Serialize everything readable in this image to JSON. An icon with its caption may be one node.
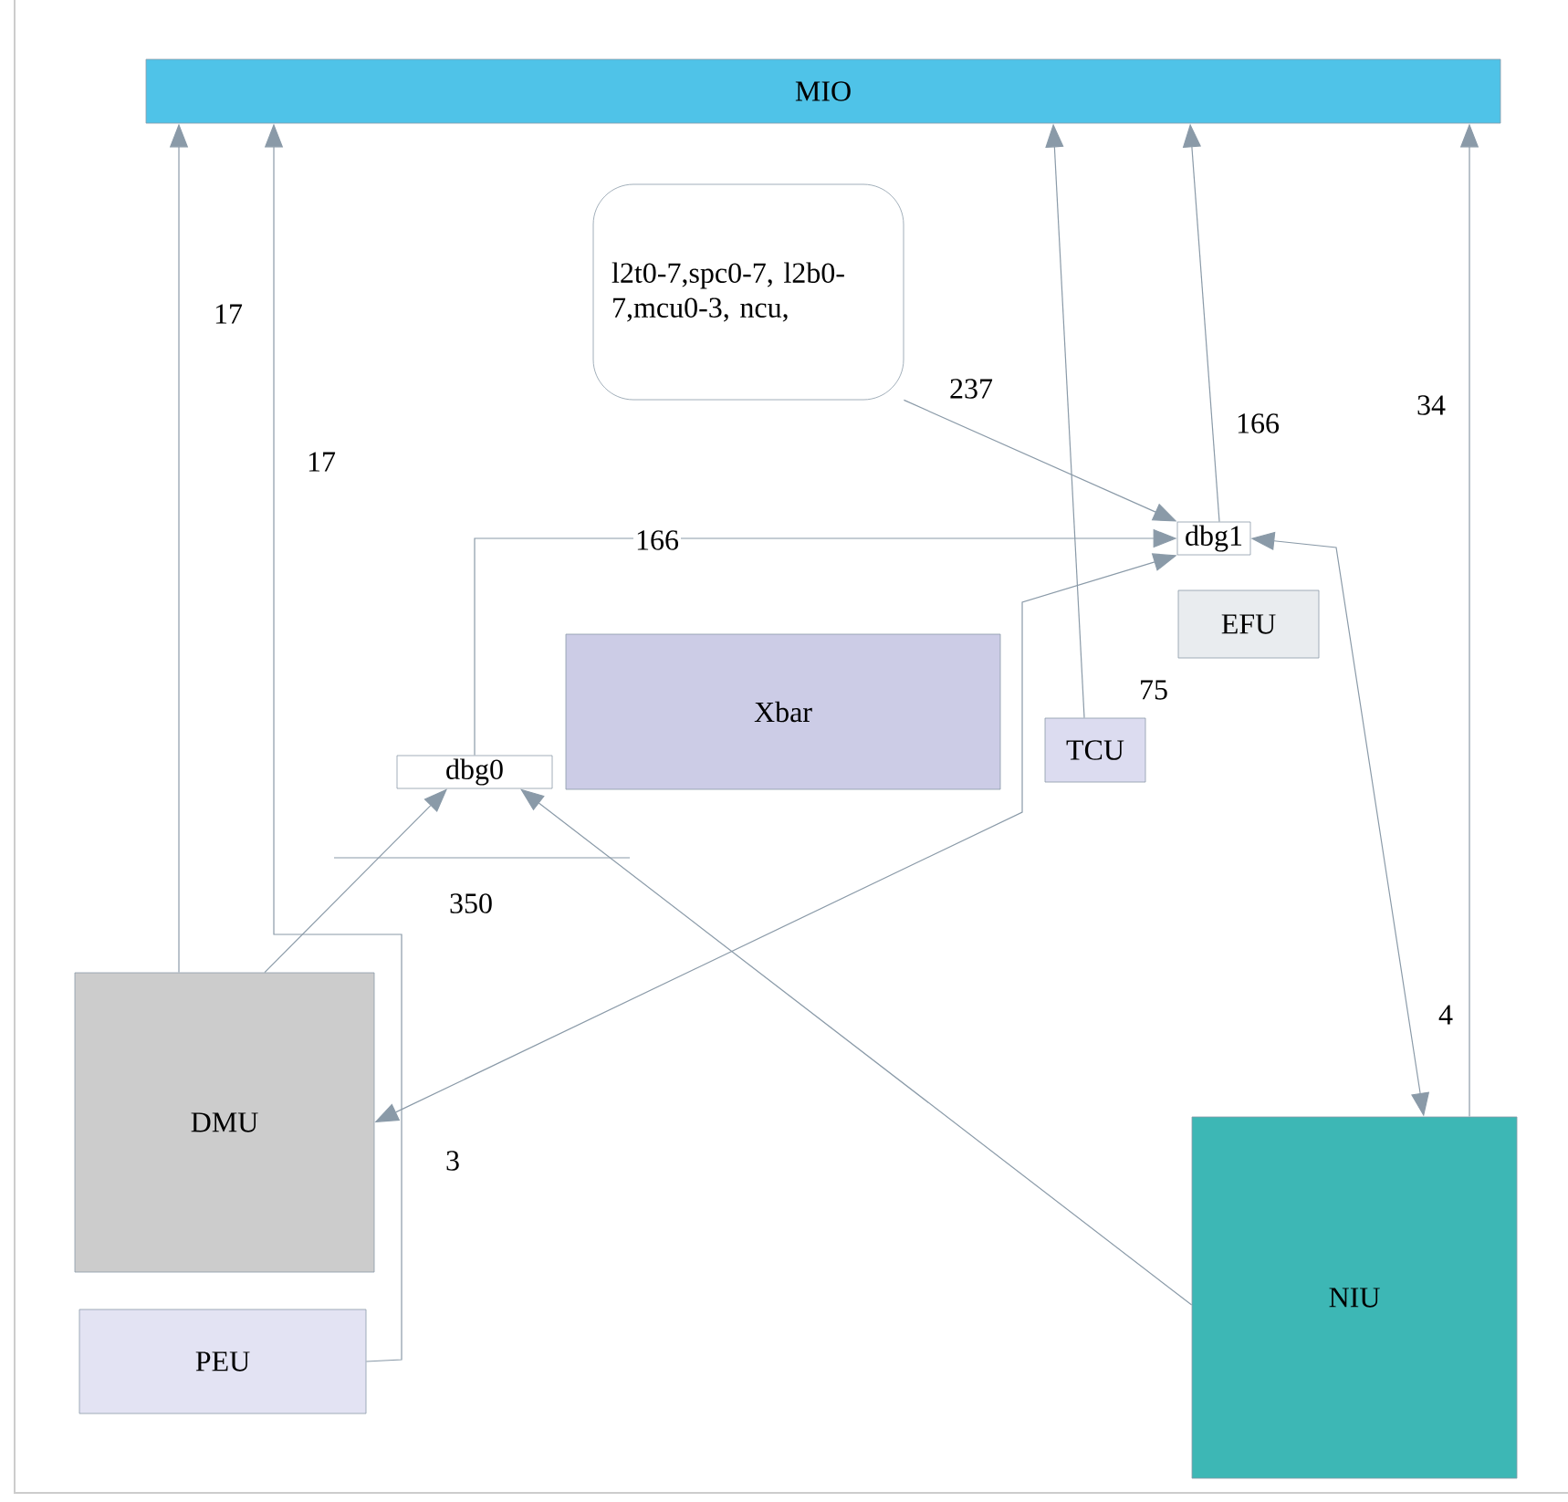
{
  "diagram": {
    "nodes": [
      {
        "text": [
          "MIO"
        ]
      },
      {
        "text": [
          "l2t0-7,spc0-7, l2b0-7,mcu0-3, ncu,"
        ]
      },
      {
        "text": [
          "dbg1"
        ]
      },
      {
        "text": [
          "EFU"
        ]
      },
      {
        "text": [
          "Xbar"
        ]
      },
      {
        "text": [
          "TCU"
        ]
      },
      {
        "text": [
          "dbg0"
        ]
      },
      {
        "text": [
          "DMU"
        ]
      },
      {
        "text": [
          "PEU"
        ]
      },
      {
        "text": [
          "NIU"
        ]
      }
    ],
    "edges": [
      {
        "from": 7,
        "to": 0,
        "arrow": "to",
        "label": "17"
      },
      {
        "from": 8,
        "to": 0,
        "arrow": "to",
        "label": "17"
      },
      {
        "from": 5,
        "to": 0,
        "arrow": "to",
        "label": "75"
      },
      {
        "from": 2,
        "to": 0,
        "arrow": "to",
        "label": "166"
      },
      {
        "from": 9,
        "to": 0,
        "arrow": "to",
        "label": "34"
      },
      {
        "from": 1,
        "to": 2,
        "arrow": "to",
        "label": "237"
      },
      {
        "from": 6,
        "to": 2,
        "arrow": "to",
        "label": "166"
      },
      {
        "from": 7,
        "to": 2,
        "arrow": "both",
        "label": "3"
      },
      {
        "from": 7,
        "to": 6,
        "arrow": "to"
      },
      {
        "from": 9,
        "to": 6,
        "arrow": "to"
      },
      {
        "from": 2,
        "to": 9,
        "arrow": "both",
        "label": "4"
      }
    ],
    "labels": [
      "350"
    ]
  }
}
